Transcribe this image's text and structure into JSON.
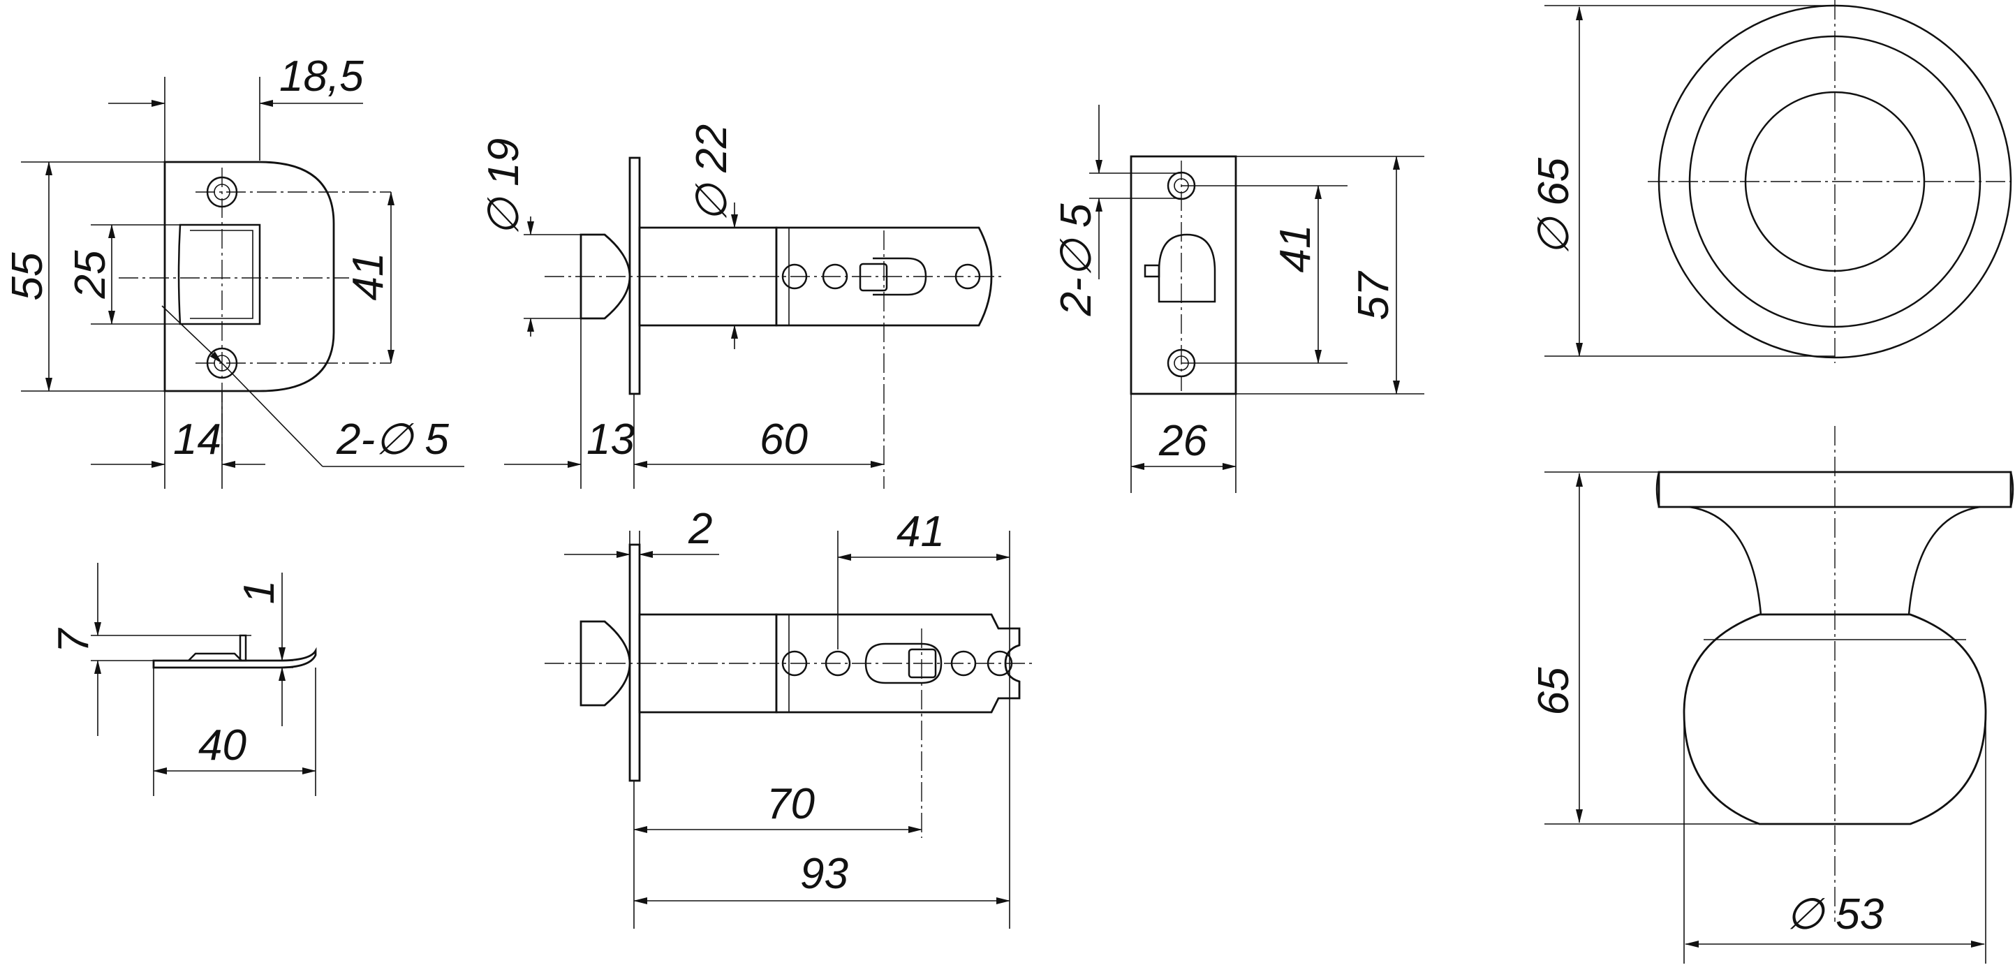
{
  "strike_plate": {
    "width": "18,5",
    "height": "55",
    "cutout": "25",
    "hole_spacing": "41",
    "offset": "14",
    "holes": "2-∅ 5"
  },
  "latch_top": {
    "bolt_dia": "∅ 19",
    "tube_dia": "∅ 22",
    "faceplate_offset": "13",
    "backset": "60"
  },
  "faceplate": {
    "holes": "2-∅ 5",
    "hole_spacing": "41",
    "height": "57",
    "width": "26"
  },
  "side_view": {
    "height": "7",
    "thickness": "1",
    "length": "40"
  },
  "latch_bottom": {
    "plate_thickness": "2",
    "slot_length": "41",
    "backset": "70",
    "total_length": "93"
  },
  "knob": {
    "rose_dia": "∅ 65",
    "projection": "65",
    "knob_dia": "∅ 53"
  },
  "colors": {
    "line": "#111111",
    "background": "#ffffff"
  }
}
